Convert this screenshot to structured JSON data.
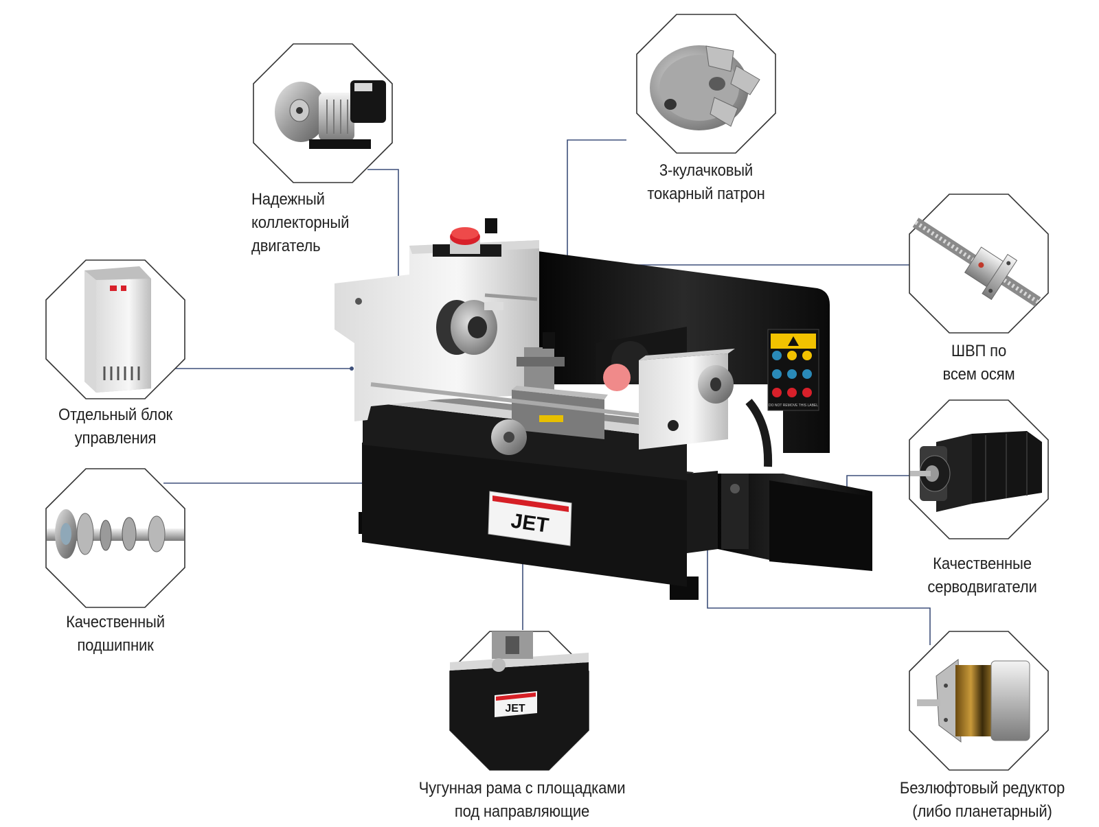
{
  "colors": {
    "connector": "#3d4f7a",
    "octagon_border": "#333333",
    "machine_black": "#141414",
    "machine_white": "#efefef",
    "estop_red": "#d8202a",
    "logo_red": "#d61f26"
  },
  "callouts": [
    {
      "id": "motor",
      "lines": [
        "Надежный",
        "коллекторный",
        "двигатель"
      ],
      "icon": "brushed-motor-icon"
    },
    {
      "id": "chuck",
      "lines": [
        "3-кулачковый",
        "токарный патрон"
      ],
      "icon": "three-jaw-chuck-icon"
    },
    {
      "id": "ballscrew",
      "lines": [
        "ШВП по",
        "всем осям"
      ],
      "icon": "ball-screw-icon"
    },
    {
      "id": "control",
      "lines": [
        "Отдельный блок",
        "управления"
      ],
      "icon": "control-box-icon"
    },
    {
      "id": "bearing",
      "lines": [
        "Качественный",
        "подшипник"
      ],
      "icon": "bearing-shaft-icon"
    },
    {
      "id": "servo",
      "lines": [
        "Качественные",
        "серводвигатели"
      ],
      "icon": "servo-motor-icon"
    },
    {
      "id": "frame",
      "lines": [
        "Чугунная рама с площадками",
        "под направляющие"
      ],
      "icon": "cast-iron-frame-icon"
    },
    {
      "id": "gearbox",
      "lines": [
        "Безлюфтовый редуктор",
        "(либо планетарный)"
      ],
      "icon": "planetary-gearbox-icon"
    }
  ],
  "machine": {
    "logo_text": "JET",
    "panel_warning_text": "DO NOT REMOVE THIS LABEL"
  }
}
